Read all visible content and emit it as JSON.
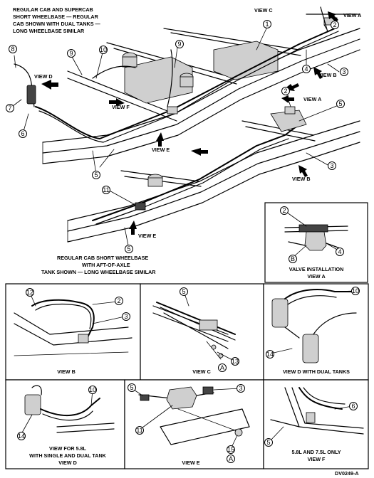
{
  "diagram": {
    "main_note": [
      "REGULAR CAB AND SUPERCAB",
      "SHORT WHEELBASE — REGULAR",
      "CAB SHOWN WITH DUAL TANKS —",
      "LONG WHEELBASE SIMILAR"
    ],
    "aft_note": [
      "REGULAR CAB SHORT WHEELBASE",
      "WITH AFT-OF-AXLE",
      "TANK SHOWN — LONG WHEELBASE SIMILAR"
    ],
    "view_refs": {
      "view_a": "VIEW A",
      "view_b": "VIEW B",
      "view_c": "VIEW C",
      "view_d": "VIEW D",
      "view_e": "VIEW E",
      "view_f": "VIEW F"
    },
    "panels": {
      "valve_installation": [
        "VALVE INSTALLATION",
        "VIEW A"
      ],
      "view_b": "VIEW B",
      "view_c": "VIEW C",
      "view_d_dual": "VIEW D WITH DUAL TANKS",
      "view_58": [
        "VIEW FOR 5.8L",
        "WITH SINGLE AND DUAL TANK",
        "VIEW D"
      ],
      "view_e": "VIEW E",
      "view_f": [
        "5.8L AND 7.5L ONLY",
        "VIEW F"
      ]
    },
    "callouts": [
      "1",
      "2",
      "3",
      "4",
      "5",
      "6",
      "7",
      "8",
      "9",
      "10",
      "11",
      "12",
      "13",
      "14",
      "15",
      "A",
      "B"
    ],
    "figure_id": "DV0249-A"
  }
}
